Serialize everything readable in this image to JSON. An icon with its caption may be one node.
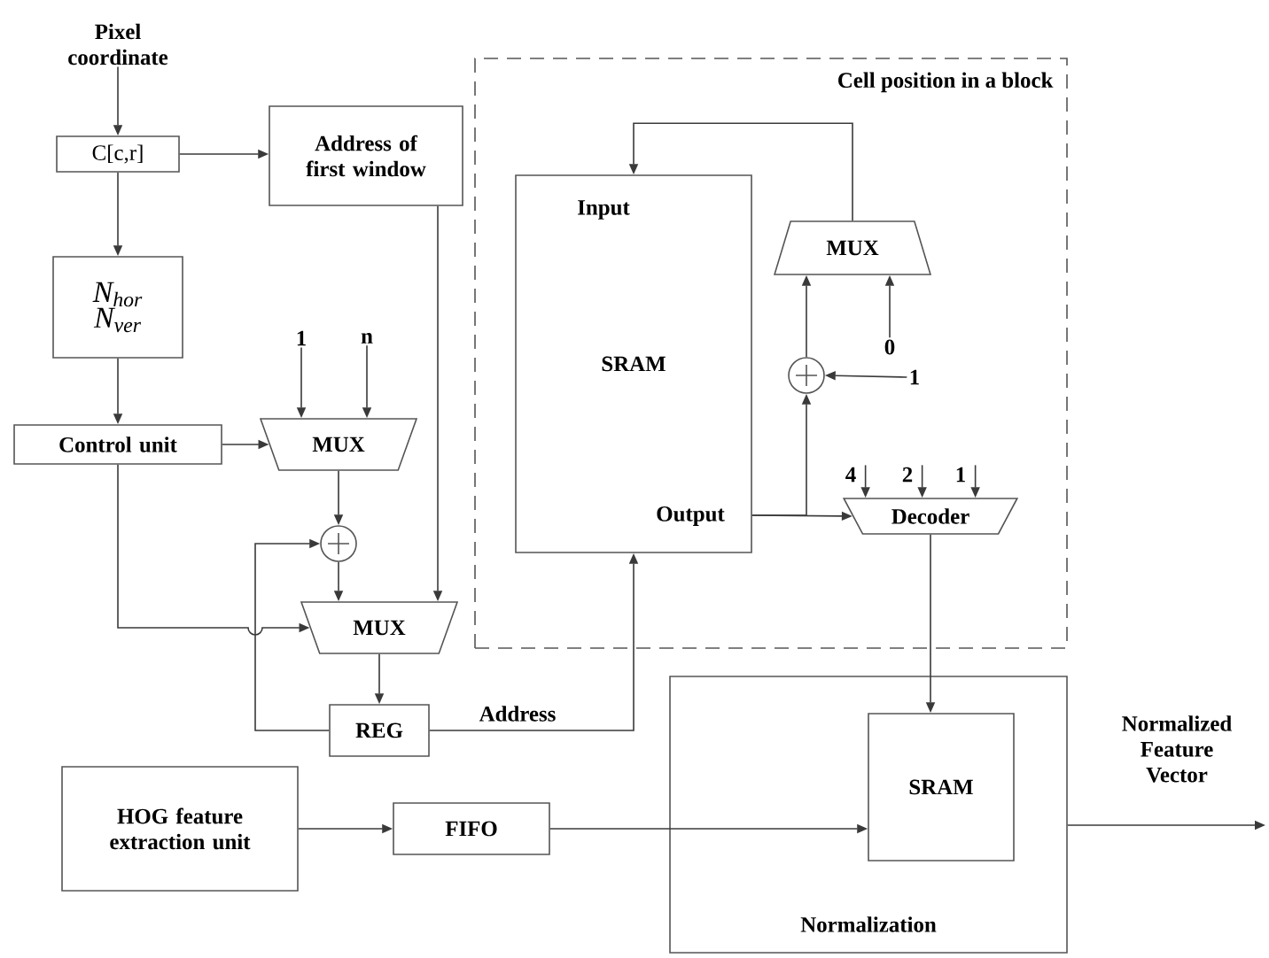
{
  "diagram": {
    "nodes": [
      {
        "text": [
          "Pixel coordinate"
        ]
      },
      {
        "text": [
          "C[c,r]"
        ]
      },
      {
        "text": [
          "Address of first window"
        ]
      },
      {
        "text": [
          "N$_{hor}$ N$_{ver}$"
        ]
      },
      {
        "text": [
          "Control unit"
        ]
      },
      {
        "text": [
          "1"
        ]
      },
      {
        "text": [
          "n"
        ]
      },
      {
        "text": [
          "MUX"
        ]
      },
      {
        "text": [],
        "shape": "circle"
      },
      {
        "text": [
          "MUX"
        ]
      },
      {
        "text": [
          "REG"
        ]
      },
      {
        "text": [
          "HOG feature extraction unit"
        ]
      },
      {
        "text": [
          "FIFO"
        ]
      },
      {
        "text": [
          "Cell position in a block"
        ]
      },
      {
        "text": [
          "Input",
          "SRAM",
          "Output"
        ],
        "in": 13
      },
      {
        "text": [
          "MUX"
        ],
        "in": 13
      },
      {
        "text": [
          "0"
        ],
        "in": 13
      },
      {
        "text": [],
        "shape": "circle",
        "in": 13
      },
      {
        "text": [
          "1"
        ],
        "in": 13
      },
      {
        "text": [
          "4"
        ],
        "in": 13
      },
      {
        "text": [
          "2"
        ],
        "in": 13
      },
      {
        "text": [
          "1"
        ],
        "in": 13
      },
      {
        "text": [
          "Decoder"
        ],
        "in": 13
      },
      {
        "text": [
          "Normalization"
        ]
      },
      {
        "text": [
          "SRAM"
        ],
        "in": 23
      }
    ],
    "edges": [
      {
        "from": 0,
        "to": 1,
        "arrow": "to"
      },
      {
        "from": 1,
        "to": 2,
        "arrow": "to"
      },
      {
        "from": 1,
        "to": 3,
        "arrow": "to"
      },
      {
        "from": 3,
        "to": 4,
        "arrow": "to"
      },
      {
        "from": 4,
        "to": 7,
        "arrow": "to"
      },
      {
        "from": 5,
        "to": 7,
        "arrow": "to"
      },
      {
        "from": 6,
        "to": 7,
        "arrow": "to"
      },
      {
        "from": 7,
        "to": 8,
        "arrow": "to"
      },
      {
        "from": 8,
        "to": 9,
        "arrow": "to"
      },
      {
        "from": 2,
        "to": 9,
        "arrow": "to"
      },
      {
        "from": 4,
        "to": 9,
        "arrow": "to"
      },
      {
        "from": 9,
        "to": 10,
        "arrow": "to"
      },
      {
        "from": 10,
        "to": 8,
        "arrow": "to"
      },
      {
        "from": 10,
        "to": 14,
        "arrow": "to",
        "label": "Address"
      },
      {
        "from": 14,
        "to": 17,
        "arrow": "to"
      },
      {
        "from": 14,
        "to": 22,
        "arrow": "to"
      },
      {
        "from": 17,
        "to": 15,
        "arrow": "to"
      },
      {
        "from": 16,
        "to": 15,
        "arrow": "to"
      },
      {
        "from": 18,
        "to": 17,
        "arrow": "to"
      },
      {
        "from": 15,
        "to": 14,
        "arrow": "to"
      },
      {
        "from": 19,
        "to": 22,
        "arrow": "to"
      },
      {
        "from": 20,
        "to": 22,
        "arrow": "to"
      },
      {
        "from": 21,
        "to": 22,
        "arrow": "to"
      },
      {
        "from": 22,
        "to": 24,
        "arrow": "to"
      },
      {
        "from": 11,
        "to": 12,
        "arrow": "to"
      },
      {
        "from": 12,
        "to": 24,
        "arrow": "to"
      },
      {
        "from": 23,
        "to": null,
        "arrow": "to",
        "label": "Normalized Feature Vector"
      }
    ]
  }
}
